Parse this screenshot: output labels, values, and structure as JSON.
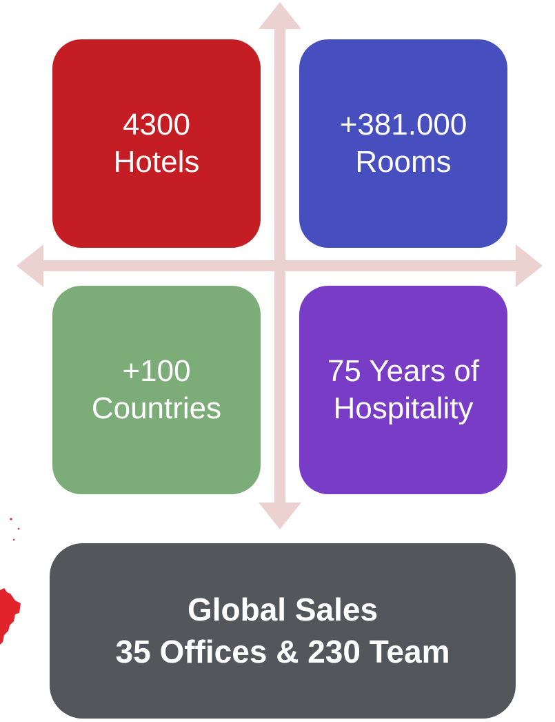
{
  "colors": {
    "red": "#c41e24",
    "blue": "#474fbf",
    "green": "#7cac78",
    "purple": "#793cc6",
    "gray": "#53575c",
    "arrow": "#ecd1d1",
    "map": "#e0232a"
  },
  "tiles": [
    {
      "line1": "4300",
      "line2": "Hotels"
    },
    {
      "line1": "+381.000",
      "line2": "Rooms"
    },
    {
      "line1": "+100",
      "line2": "Countries"
    },
    {
      "line1": "75 Years of",
      "line2": "Hospitality"
    }
  ],
  "banner": {
    "line1": "Global Sales",
    "line2": "35 Offices & 230 Team"
  },
  "icons": {
    "arrows": "four-way-arrow-icon",
    "map": "map-fragment-icon"
  }
}
